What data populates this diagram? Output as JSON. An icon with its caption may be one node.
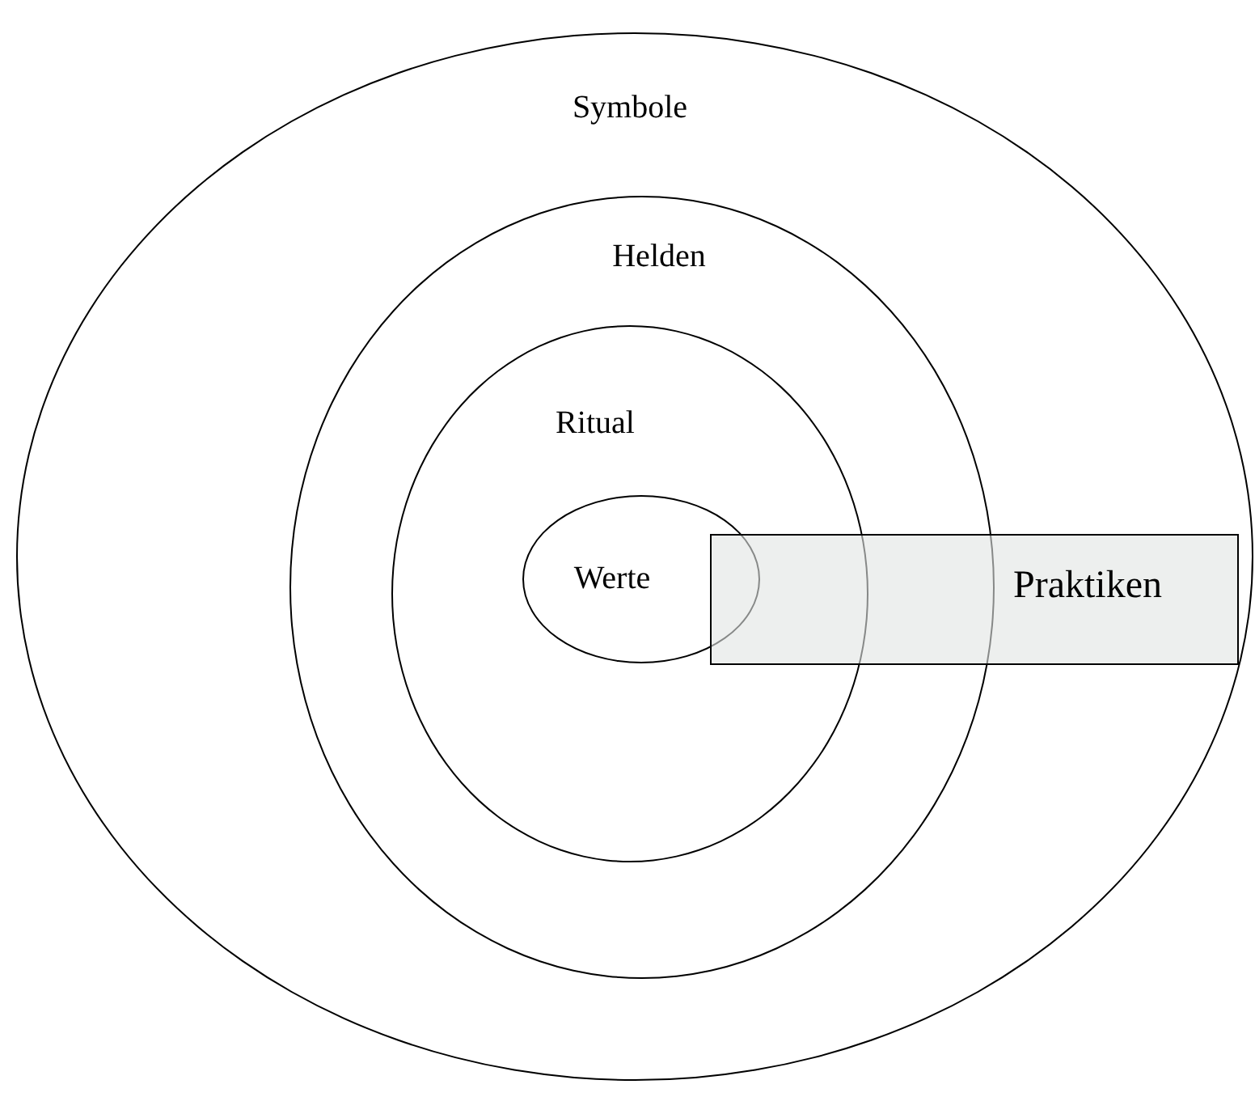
{
  "diagram": {
    "nodes": [
      {
        "text": [
          "Symbole"
        ]
      },
      {
        "text": [
          "Helden"
        ],
        "in": 0
      },
      {
        "text": [
          "Ritual"
        ],
        "in": 1
      },
      {
        "text": [
          "Werte"
        ],
        "in": 2
      },
      {
        "text": [
          "Praktiken"
        ],
        "in": 0
      }
    ]
  }
}
